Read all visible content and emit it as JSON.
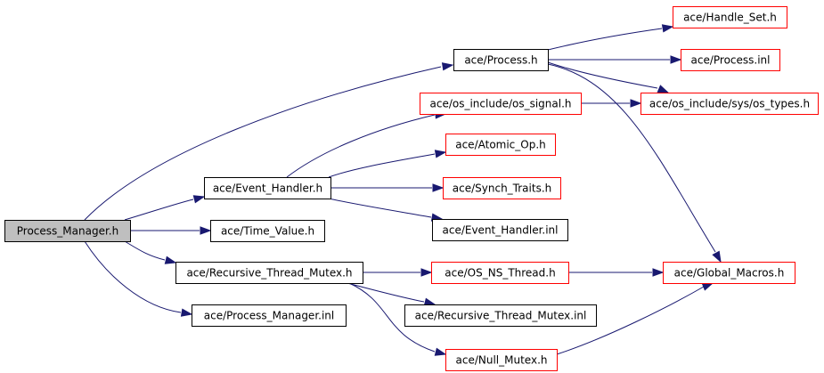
{
  "graph": {
    "colors": {
      "edge": "#191970",
      "root_fill": "#bfbfbf",
      "default_border": "#000000",
      "missing_border": "#ff0000"
    },
    "nodes": [
      {
        "id": "pm_h",
        "label": "Process_Manager.h",
        "root": true
      },
      {
        "id": "process_h",
        "label": "ace/Process.h"
      },
      {
        "id": "handle_set_h",
        "label": "ace/Handle_Set.h",
        "missing": true
      },
      {
        "id": "process_inl",
        "label": "ace/Process.inl",
        "missing": true
      },
      {
        "id": "os_types_h",
        "label": "ace/os_include/sys/os_types.h",
        "missing": true
      },
      {
        "id": "os_signal_h",
        "label": "ace/os_include/os_signal.h",
        "missing": true
      },
      {
        "id": "atomic_op_h",
        "label": "ace/Atomic_Op.h",
        "missing": true
      },
      {
        "id": "event_handler_h",
        "label": "ace/Event_Handler.h"
      },
      {
        "id": "synch_traits_h",
        "label": "ace/Synch_Traits.h",
        "missing": true
      },
      {
        "id": "event_handler_inl",
        "label": "ace/Event_Handler.inl"
      },
      {
        "id": "time_value_h",
        "label": "ace/Time_Value.h"
      },
      {
        "id": "rtm_h",
        "label": "ace/Recursive_Thread_Mutex.h"
      },
      {
        "id": "os_ns_thread_h",
        "label": "ace/OS_NS_Thread.h",
        "missing": true
      },
      {
        "id": "global_macros_h",
        "label": "ace/Global_Macros.h",
        "missing": true
      },
      {
        "id": "pm_inl",
        "label": "ace/Process_Manager.inl"
      },
      {
        "id": "rtm_inl",
        "label": "ace/Recursive_Thread_Mutex.inl"
      },
      {
        "id": "null_mutex_h",
        "label": "ace/Null_Mutex.h",
        "missing": true
      }
    ],
    "edges": [
      {
        "from": "pm_h",
        "to": "process_h"
      },
      {
        "from": "pm_h",
        "to": "event_handler_h"
      },
      {
        "from": "pm_h",
        "to": "time_value_h"
      },
      {
        "from": "pm_h",
        "to": "rtm_h"
      },
      {
        "from": "pm_h",
        "to": "pm_inl"
      },
      {
        "from": "process_h",
        "to": "handle_set_h"
      },
      {
        "from": "process_h",
        "to": "process_inl"
      },
      {
        "from": "process_h",
        "to": "os_types_h"
      },
      {
        "from": "process_h",
        "to": "global_macros_h"
      },
      {
        "from": "os_signal_h",
        "to": "os_types_h"
      },
      {
        "from": "event_handler_h",
        "to": "os_signal_h"
      },
      {
        "from": "event_handler_h",
        "to": "atomic_op_h"
      },
      {
        "from": "event_handler_h",
        "to": "synch_traits_h"
      },
      {
        "from": "event_handler_h",
        "to": "event_handler_inl"
      },
      {
        "from": "rtm_h",
        "to": "os_ns_thread_h"
      },
      {
        "from": "rtm_h",
        "to": "rtm_inl"
      },
      {
        "from": "rtm_h",
        "to": "null_mutex_h"
      },
      {
        "from": "os_ns_thread_h",
        "to": "global_macros_h"
      },
      {
        "from": "null_mutex_h",
        "to": "global_macros_h"
      }
    ]
  }
}
